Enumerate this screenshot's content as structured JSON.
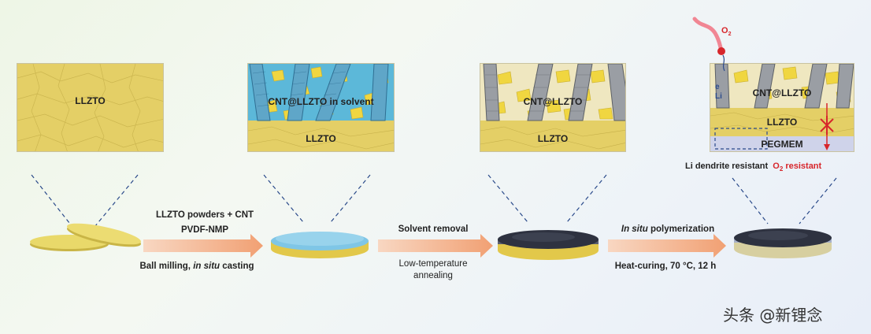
{
  "panels": {
    "p1": {
      "label": "LLZTO"
    },
    "p2": {
      "top_label": "CNT@LLZTO in solvent",
      "bottom_label": "LLZTO"
    },
    "p3": {
      "top_label": "CNT@LLZTO",
      "bottom_label": "LLZTO"
    },
    "p4": {
      "top_label": "CNT@LLZTO",
      "middle_label": "LLZTO",
      "bottom_label": "PEGMEM",
      "o2_label": "O",
      "o2_sub": "2",
      "e_label": "e",
      "li_label": "Li"
    }
  },
  "resistance": {
    "li_dendrite": "Li dendrite resistant",
    "o2_prefix": "O",
    "o2_sub": "2",
    "o2_suffix": " resistant"
  },
  "steps": [
    {
      "above_line1": "LLZTO powders + CNT",
      "above_line2": "PVDF-NMP",
      "below_plain": "Ball milling, ",
      "below_italic": "in situ",
      "below_tail": " casting"
    },
    {
      "above_line1": "Solvent removal",
      "below_line1": "Low-temperature",
      "below_line2": "annealing"
    },
    {
      "above_italic": "In situ",
      "above_tail": " polymerization",
      "below_line1": "Heat-curing, 70 °C, 12 h"
    }
  ],
  "watermark": "头条 @新锂念",
  "colors": {
    "llzto": "#e6d169",
    "cnt": "#8a8a8a",
    "solvent": "#59b6d8",
    "arrow": "#f2a77a",
    "dark_disc": "#2f3340",
    "red": "#d7262b"
  }
}
